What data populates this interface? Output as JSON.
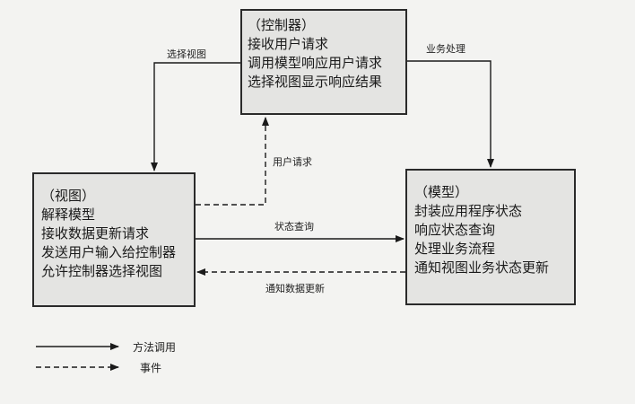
{
  "controller": {
    "title": "（控制器）",
    "lines": [
      "接收用户请求",
      "调用模型响应用户请求",
      "选择视图显示响应结果"
    ]
  },
  "view": {
    "title": "（视图）",
    "lines": [
      "解释模型",
      "接收数据更新请求",
      "发送用户输入给控制器",
      "允许控制器选择视图"
    ]
  },
  "model": {
    "title": "（模型）",
    "lines": [
      "封装应用程序状态",
      "响应状态查询",
      "处理业务流程",
      "通知视图业务状态更新"
    ]
  },
  "labels": {
    "select_view": "选择视图",
    "business_process": "业务处理",
    "user_request": "用户请求",
    "state_query": "状态查询",
    "notify_update": "通知数据更新"
  },
  "legend": {
    "method_call": "方法调用",
    "event": "事件"
  }
}
